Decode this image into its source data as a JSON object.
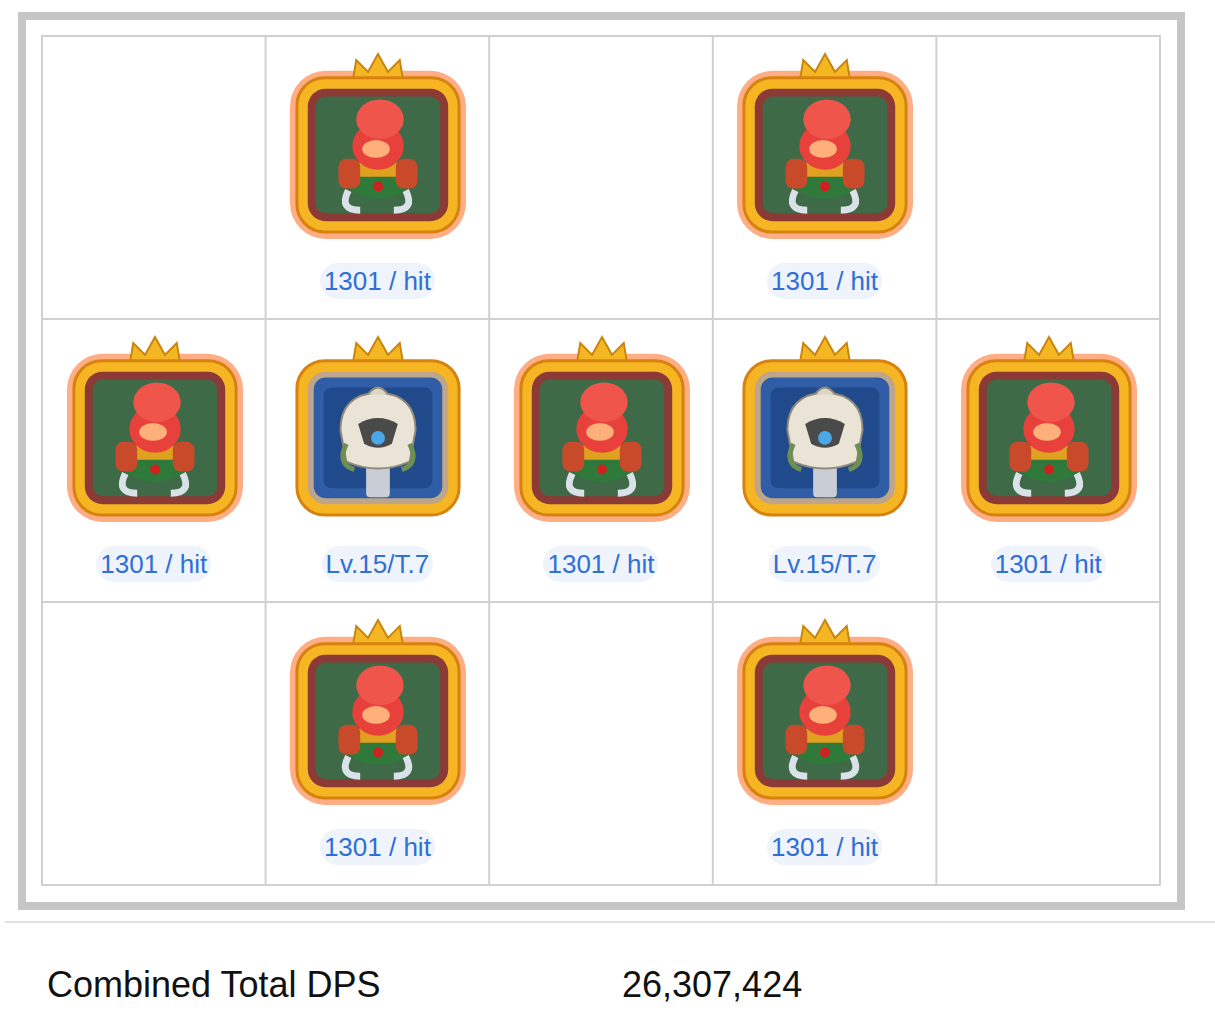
{
  "diagram": {
    "nodes": [
      {
        "text": [
          "1301 / hit"
        ]
      },
      {
        "text": [
          "1301 / hit"
        ]
      },
      {
        "text": [
          "1301 / hit"
        ]
      },
      {
        "text": [
          "Lv.15/T.7"
        ]
      },
      {
        "text": [
          "1301 / hit"
        ]
      },
      {
        "text": [
          "Lv.15/T.7"
        ]
      },
      {
        "text": [
          "1301 / hit"
        ]
      },
      {
        "text": [
          "1301 / hit"
        ]
      },
      {
        "text": [
          "1301 / hit"
        ]
      }
    ],
    "labels": [
      "Combined Total DPS",
      "26,307,424"
    ]
  }
}
